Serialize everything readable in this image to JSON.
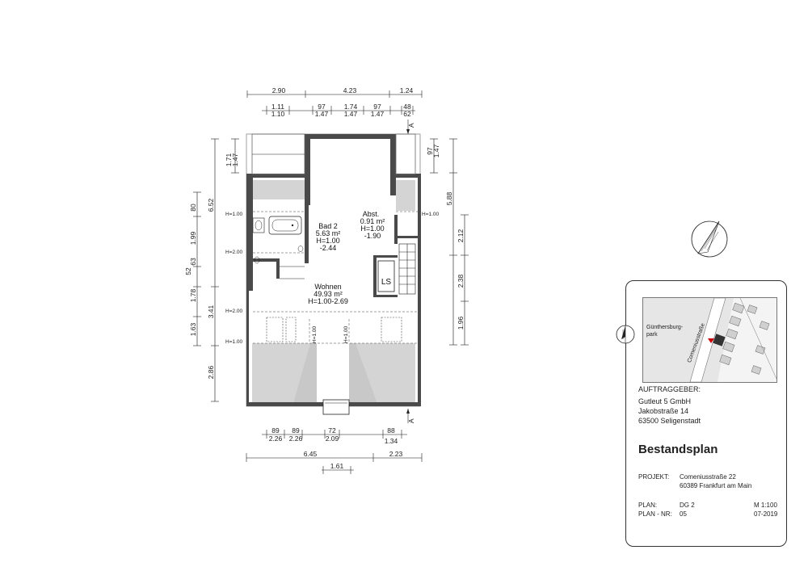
{
  "dimensions": {
    "top_row1": [
      "2.90",
      "4.23",
      "1.24"
    ],
    "top_row2_upper": [
      "1.11",
      "97",
      "1.74",
      "97",
      "48"
    ],
    "top_row2_lower": [
      "1.10",
      "1.47",
      "1.47",
      "1.47",
      "62"
    ],
    "bottom_row1_upper": [
      "89",
      "89",
      "72",
      "88"
    ],
    "bottom_row1_lower": [
      "2.26",
      "2.26",
      "2.09",
      "1.34"
    ],
    "bottom_row2": [
      "6.45",
      "2.23"
    ],
    "bottom_row3": "1.61",
    "left_outer": [
      "6.52",
      "3.41",
      "2.86"
    ],
    "left_inner": [
      "1.71",
      "1.47",
      "80",
      "1.99",
      "52",
      "63",
      "1.78",
      "1.63"
    ],
    "right_outer": [
      "97",
      "1.47",
      "5.88"
    ],
    "right_inner": [
      "2.12",
      "2.38",
      "1.96"
    ]
  },
  "section_marker": "A",
  "rooms": {
    "bad": {
      "name": "Bad 2",
      "area": "5.63 m²",
      "height": "H=1.00",
      "level": "-2.44"
    },
    "abst": {
      "name": "Abst.",
      "area": "0.91 m²",
      "height": "H=1.00",
      "level": "-1.90"
    },
    "wohnen": {
      "name": "Wohnen",
      "area": "49.93 m²",
      "height": "H=1.00-2.69"
    },
    "ls": "LS"
  },
  "height_marks": {
    "h100": "H=1.00",
    "h200": "H=2.00"
  },
  "title_block": {
    "map_labels": {
      "park": "Günthersburg-\npark",
      "street": "Comeniusstraße"
    },
    "client_label": "AUFTRAGGEBER:",
    "client_lines": [
      "Gutleut 5 GmbH",
      "Jakobstraße 14",
      "63500 Seligenstadt"
    ],
    "title": "Bestandsplan",
    "project_label": "PROJEKT:",
    "project_lines": [
      "Comeniusstraße 22",
      "60389 Frankfurt am Main"
    ],
    "plan_label": "PLAN:",
    "plan_value": "DG 2",
    "scale": "M 1:100",
    "plan_nr_label": "PLAN - NR:",
    "plan_nr_value": "05",
    "date": "07-2019"
  }
}
